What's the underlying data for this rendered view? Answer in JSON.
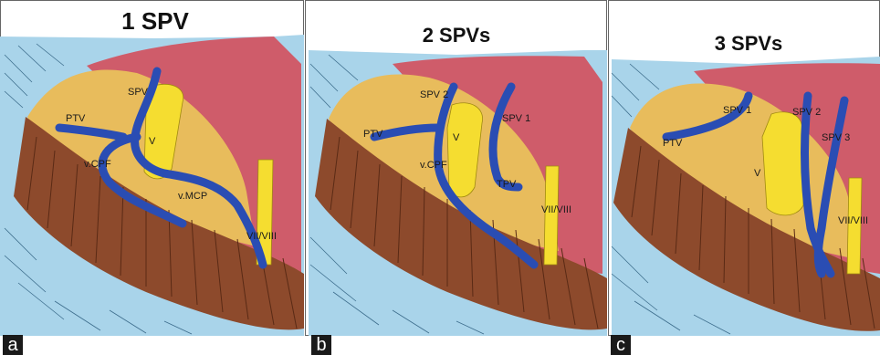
{
  "panels": [
    {
      "letter": "a",
      "title": "1 SPV",
      "labels": {
        "ptv": "PTV",
        "spv": "SPV",
        "v": "V",
        "vcpf": "v.CPF",
        "vmcp": "v.MCP",
        "nerve": "VII/VIII"
      }
    },
    {
      "letter": "b",
      "title": "2 SPVs",
      "labels": {
        "spv2": "SPV 2",
        "spv1": "SPV 1",
        "ptv": "PTV",
        "v": "V",
        "vcpf": "v.CPF",
        "tpv": "TPV",
        "nerve": "VII/VIII"
      }
    },
    {
      "letter": "c",
      "title": "3 SPVs",
      "labels": {
        "spv1": "SPV 1",
        "spv2": "SPV 2",
        "spv3": "SPV 3",
        "ptv": "PTV",
        "v": "V",
        "nerve": "VII/VIII"
      }
    }
  ],
  "colors": {
    "tentorium": "#a9d4ea",
    "petrous_bone": "#cf5c6a",
    "cerebellar_surface": "#e8bc5c",
    "cerebellum": "#8d4a2c",
    "vein": "#2a4db3",
    "trigeminal": "#f5dd30",
    "border": "#555555"
  }
}
